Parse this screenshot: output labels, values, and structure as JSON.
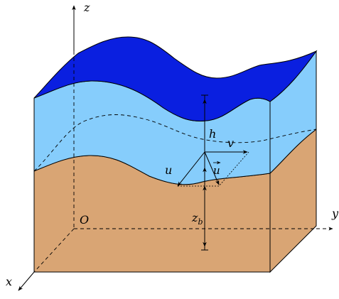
{
  "labels": {
    "z": "z",
    "y": "y",
    "x": "x",
    "origin": "O",
    "depth": "h",
    "bed": "z",
    "bed_sub": "b",
    "u": "u",
    "v": "v",
    "velocity": "u"
  },
  "colors": {
    "free_surface": "#0a1fe0",
    "water": "#86cdfc",
    "sediment": "#d9a574",
    "stroke": "#000000"
  }
}
